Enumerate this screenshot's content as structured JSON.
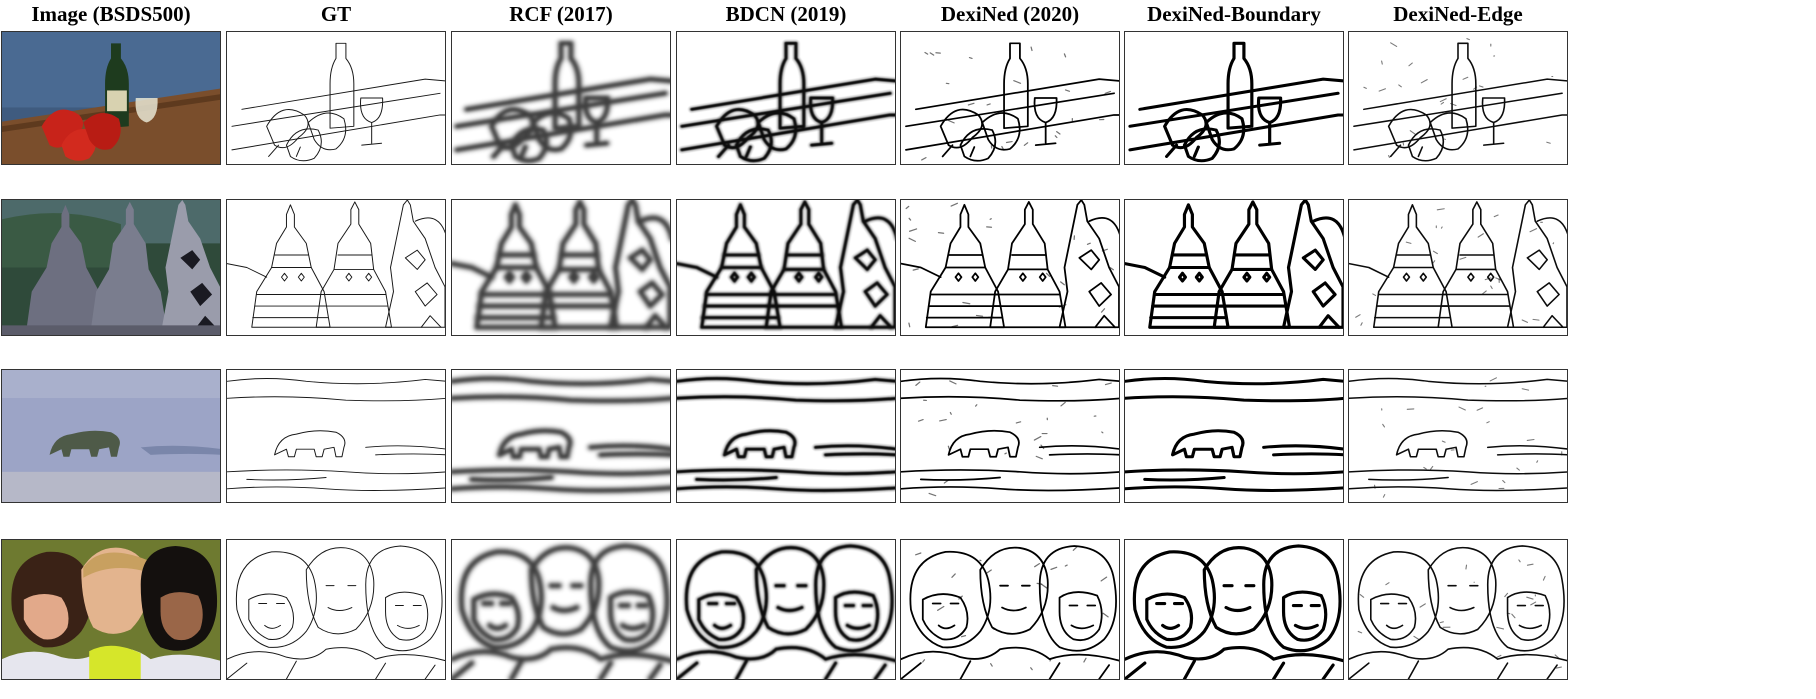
{
  "figure": {
    "columns": [
      "Image (BSDS500)",
      "GT",
      "RCF (2017)",
      "BDCN (2019)",
      "DexiNed (2020)",
      "DexiNed-Boundary",
      "DexiNed-Edge"
    ],
    "rows": [
      {
        "subject": "wine-bottle-lobsters"
      },
      {
        "subject": "stupas"
      },
      {
        "subject": "polar-bear"
      },
      {
        "subject": "three-children"
      }
    ]
  }
}
